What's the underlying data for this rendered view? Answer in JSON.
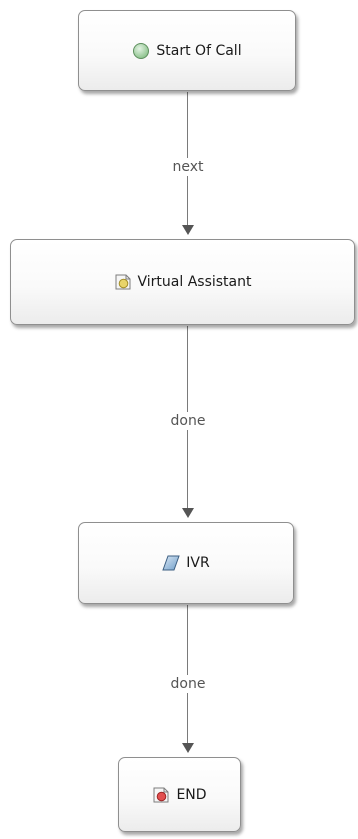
{
  "nodes": {
    "start": {
      "label": "Start Of Call",
      "icon": "green-circle-icon"
    },
    "virtual_assistant": {
      "label": "Virtual Assistant",
      "icon": "yellow-document-icon"
    },
    "ivr": {
      "label": "IVR",
      "icon": "blue-parallelogram-icon"
    },
    "end": {
      "label": "END",
      "icon": "red-document-icon"
    }
  },
  "edges": {
    "start_to_va": "next",
    "va_to_ivr": "done",
    "ivr_to_end": "done"
  },
  "colors": {
    "start_icon": "#9ccf9c",
    "va_icon": "#e8d46a",
    "ivr_icon": "#6f9ec9",
    "end_icon": "#e25050"
  }
}
